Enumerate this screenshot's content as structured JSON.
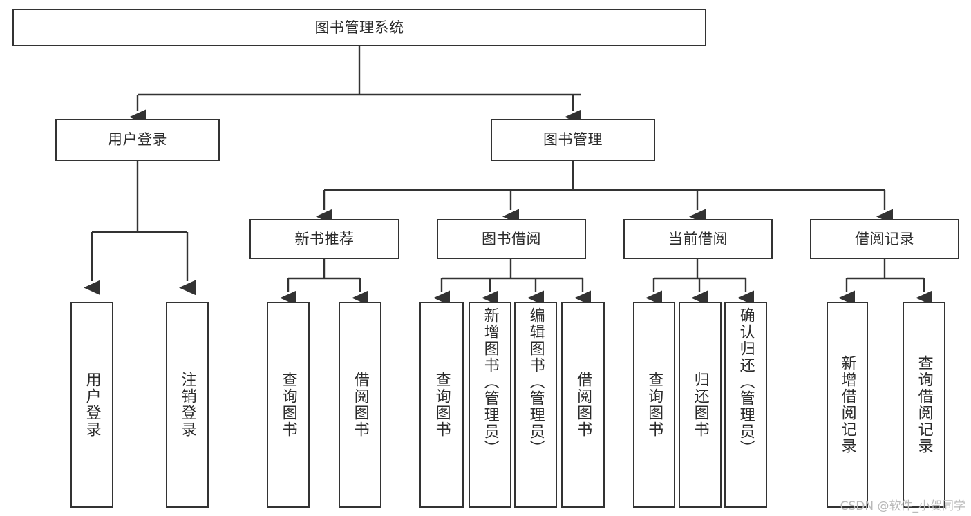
{
  "diagram": {
    "title": "图书管理系统",
    "type": "tree",
    "root": {
      "id": "root",
      "label": "图书管理系统",
      "orientation": "horizontal"
    },
    "level2": [
      {
        "id": "user-login",
        "label": "用户登录",
        "orientation": "horizontal"
      },
      {
        "id": "book-manage",
        "label": "图书管理",
        "orientation": "horizontal"
      }
    ],
    "level3": [
      {
        "id": "new-book-recommend",
        "label": "新书推荐",
        "orientation": "horizontal"
      },
      {
        "id": "book-borrow",
        "label": "图书借阅",
        "orientation": "horizontal"
      },
      {
        "id": "current-borrow",
        "label": "当前借阅",
        "orientation": "horizontal"
      },
      {
        "id": "borrow-record",
        "label": "借阅记录",
        "orientation": "horizontal"
      }
    ],
    "leaves": {
      "user-login": [
        {
          "id": "leaf-user-login",
          "label": "用户登录",
          "orientation": "vertical"
        },
        {
          "id": "leaf-logout",
          "label": "注销登录",
          "orientation": "vertical"
        }
      ],
      "new-book-recommend": [
        {
          "id": "leaf-query-book-1",
          "label": "查询图书",
          "orientation": "vertical"
        },
        {
          "id": "leaf-borrow-book-1",
          "label": "借阅图书",
          "orientation": "vertical"
        }
      ],
      "book-borrow": [
        {
          "id": "leaf-query-book-2",
          "label": "查询图书",
          "orientation": "vertical"
        },
        {
          "id": "leaf-add-book",
          "label": "新增图书（管理员）",
          "orientation": "vertical"
        },
        {
          "id": "leaf-edit-book",
          "label": "编辑图书（管理员）",
          "orientation": "vertical"
        },
        {
          "id": "leaf-borrow-book-2",
          "label": "借阅图书",
          "orientation": "vertical"
        }
      ],
      "current-borrow": [
        {
          "id": "leaf-query-book-3",
          "label": "查询图书",
          "orientation": "vertical"
        },
        {
          "id": "leaf-return-book",
          "label": "归还图书",
          "orientation": "vertical"
        },
        {
          "id": "leaf-confirm-return",
          "label": "确认归还（管理员）",
          "orientation": "vertical"
        }
      ],
      "borrow-record": [
        {
          "id": "leaf-add-record",
          "label": "新增借阅记录",
          "orientation": "vertical"
        },
        {
          "id": "leaf-query-record",
          "label": "查询借阅记录",
          "orientation": "vertical"
        }
      ]
    }
  },
  "colors": {
    "border": "#333333",
    "background": "#ffffff",
    "text": "#2b2b2b",
    "edge": "#333333",
    "watermark": "#b9b9b9"
  },
  "watermark": {
    "text": "CSDN @软件_小贺同学"
  }
}
